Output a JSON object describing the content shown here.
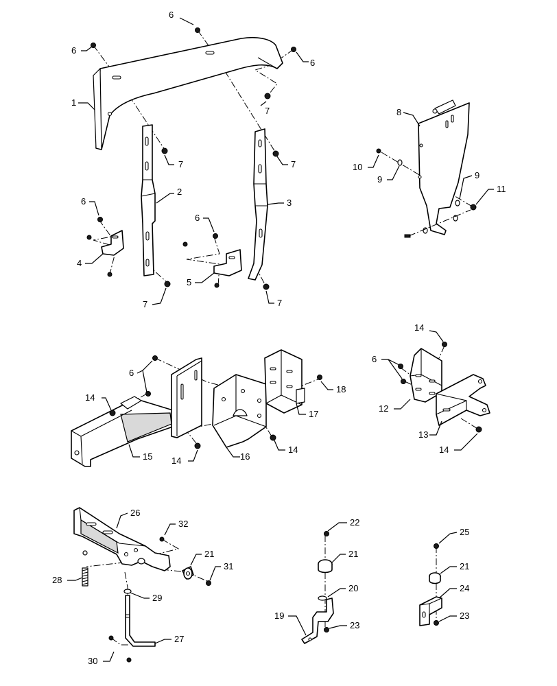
{
  "callouts": [
    {
      "id": "c-1",
      "text": "1"
    },
    {
      "id": "c-2",
      "text": "2"
    },
    {
      "id": "c-3",
      "text": "3"
    },
    {
      "id": "c-4",
      "text": "4"
    },
    {
      "id": "c-5",
      "text": "5"
    },
    {
      "id": "c-6a",
      "text": "6"
    },
    {
      "id": "c-6b",
      "text": "6"
    },
    {
      "id": "c-6c",
      "text": "6"
    },
    {
      "id": "c-6d",
      "text": "6"
    },
    {
      "id": "c-6e",
      "text": "6"
    },
    {
      "id": "c-6f",
      "text": "6"
    },
    {
      "id": "c-6g",
      "text": "6"
    },
    {
      "id": "c-7a",
      "text": "7"
    },
    {
      "id": "c-7b",
      "text": "7"
    },
    {
      "id": "c-7c",
      "text": "7"
    },
    {
      "id": "c-7d",
      "text": "7"
    },
    {
      "id": "c-7e",
      "text": "7"
    },
    {
      "id": "c-8",
      "text": "8"
    },
    {
      "id": "c-9a",
      "text": "9"
    },
    {
      "id": "c-9b",
      "text": "9"
    },
    {
      "id": "c-10",
      "text": "10"
    },
    {
      "id": "c-11",
      "text": "11"
    },
    {
      "id": "c-12",
      "text": "12"
    },
    {
      "id": "c-13",
      "text": "13"
    },
    {
      "id": "c-14a",
      "text": "14"
    },
    {
      "id": "c-14b",
      "text": "14"
    },
    {
      "id": "c-14c",
      "text": "14"
    },
    {
      "id": "c-14d",
      "text": "14"
    },
    {
      "id": "c-14e",
      "text": "14"
    },
    {
      "id": "c-15",
      "text": "15"
    },
    {
      "id": "c-16",
      "text": "16"
    },
    {
      "id": "c-17",
      "text": "17"
    },
    {
      "id": "c-18",
      "text": "18"
    },
    {
      "id": "c-19",
      "text": "19"
    },
    {
      "id": "c-20",
      "text": "20"
    },
    {
      "id": "c-21a",
      "text": "21"
    },
    {
      "id": "c-21b",
      "text": "21"
    },
    {
      "id": "c-21c",
      "text": "21"
    },
    {
      "id": "c-22",
      "text": "22"
    },
    {
      "id": "c-23a",
      "text": "23"
    },
    {
      "id": "c-23b",
      "text": "23"
    },
    {
      "id": "c-24",
      "text": "24"
    },
    {
      "id": "c-25",
      "text": "25"
    },
    {
      "id": "c-26",
      "text": "26"
    },
    {
      "id": "c-27",
      "text": "27"
    },
    {
      "id": "c-28",
      "text": "28"
    },
    {
      "id": "c-29",
      "text": "29"
    },
    {
      "id": "c-30",
      "text": "30"
    },
    {
      "id": "c-31",
      "text": "31"
    },
    {
      "id": "c-32",
      "text": "32"
    }
  ]
}
